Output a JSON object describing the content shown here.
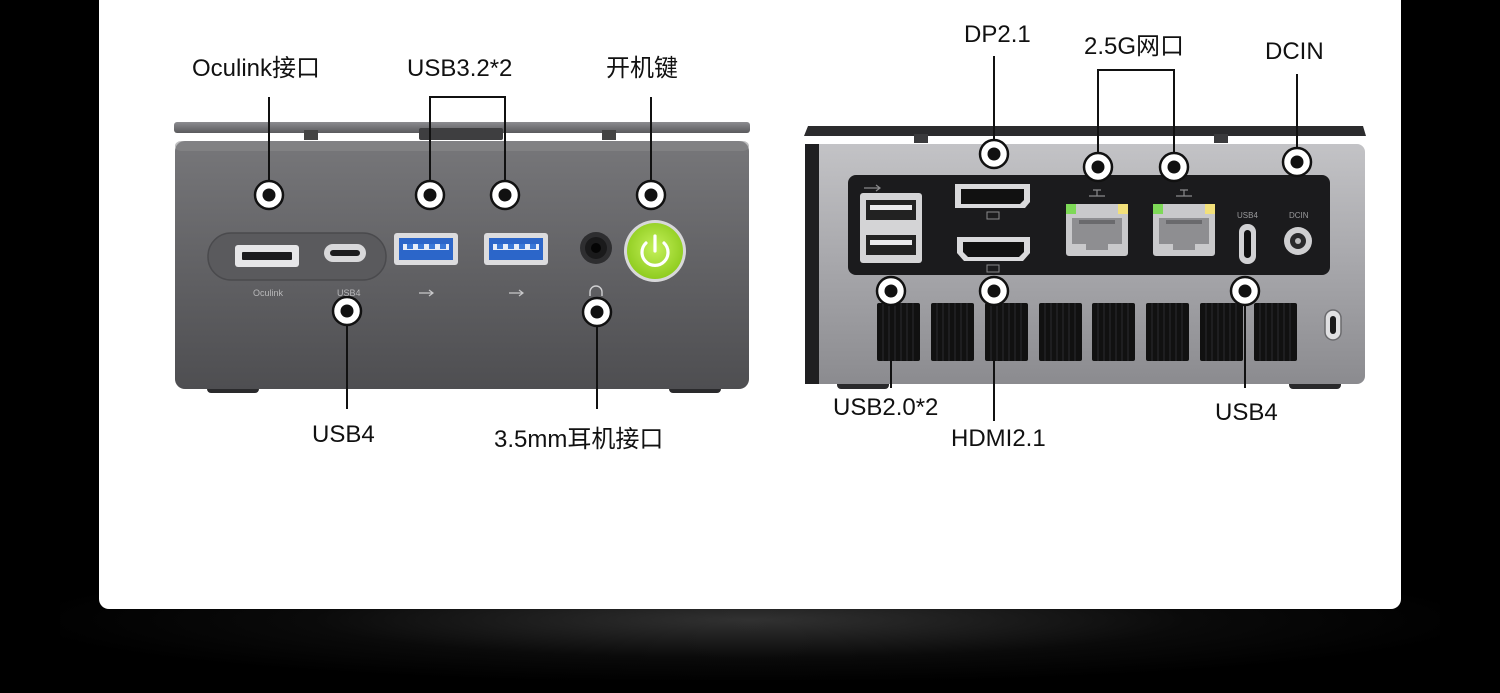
{
  "front_panel": {
    "callouts": {
      "oculink": "Oculink接口",
      "usb32": "USB3.2*2",
      "power": "开机键",
      "usb4": "USB4",
      "audio": "3.5mm耳机接口"
    },
    "printed": {
      "oculink": "Oculink",
      "usb4": "USB4"
    }
  },
  "rear_panel": {
    "callouts": {
      "dp": "DP2.1",
      "lan": "2.5G网口",
      "dcin": "DCIN",
      "usb20": "USB2.0*2",
      "hdmi": "HDMI2.1",
      "usb4": "USB4"
    },
    "printed": {
      "usb4": "USB4",
      "dcin": "DCIN"
    }
  },
  "colors": {
    "card": "#ffffff",
    "backdrop": "#000000",
    "chassis": "#5f5f61",
    "usb3_blue": "#3a78d8",
    "power_green": "#a6e22e"
  }
}
